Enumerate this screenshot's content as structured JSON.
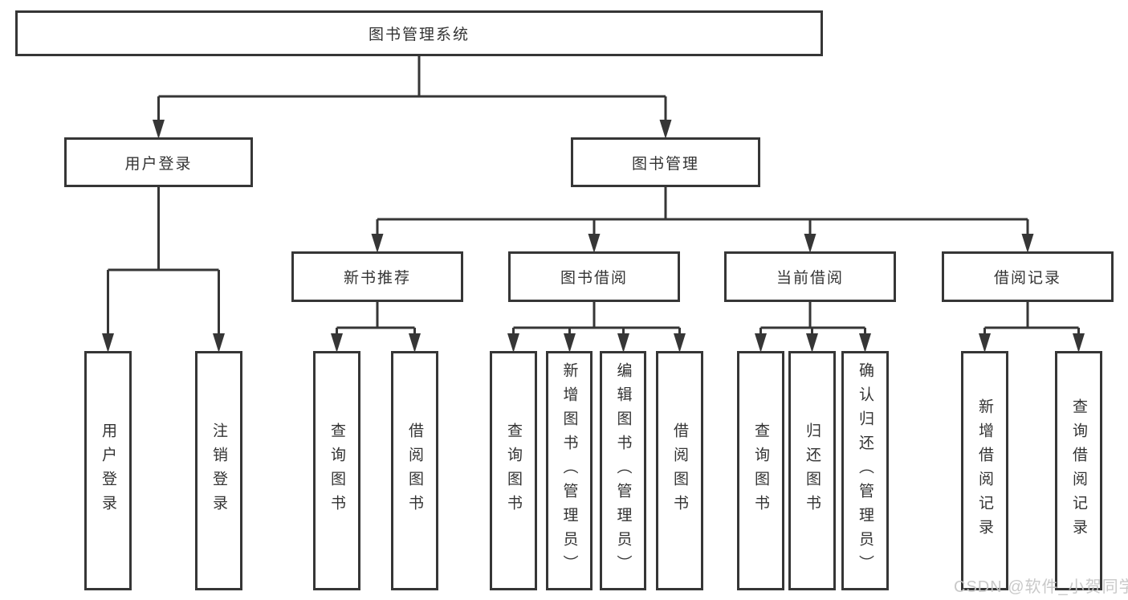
{
  "diagram": {
    "root": {
      "label": "图书管理系统"
    },
    "branches": [
      {
        "label": "用户登录",
        "leaves": [
          {
            "label": "用户登录"
          },
          {
            "label": "注销登录"
          }
        ]
      },
      {
        "label": "图书管理",
        "subbranches": [
          {
            "label": "新书推荐",
            "leaves": [
              {
                "label": "查询图书"
              },
              {
                "label": "借阅图书"
              }
            ]
          },
          {
            "label": "图书借阅",
            "leaves": [
              {
                "label": "查询图书"
              },
              {
                "label": "新增图书（管理员）"
              },
              {
                "label": "编辑图书（管理员）"
              },
              {
                "label": "借阅图书"
              }
            ]
          },
          {
            "label": "当前借阅",
            "leaves": [
              {
                "label": "查询图书"
              },
              {
                "label": "归还图书"
              },
              {
                "label": "确认归还（管理员）"
              }
            ]
          },
          {
            "label": "借阅记录",
            "leaves": [
              {
                "label": "新增借阅记录"
              },
              {
                "label": "查询借阅记录"
              }
            ]
          }
        ]
      }
    ]
  },
  "watermark": {
    "text": "CSDN @软件_小贺同学"
  },
  "colors": {
    "line": "#363636",
    "text": "#333333",
    "watermark": "#c6c6c6",
    "background": "#ffffff"
  }
}
